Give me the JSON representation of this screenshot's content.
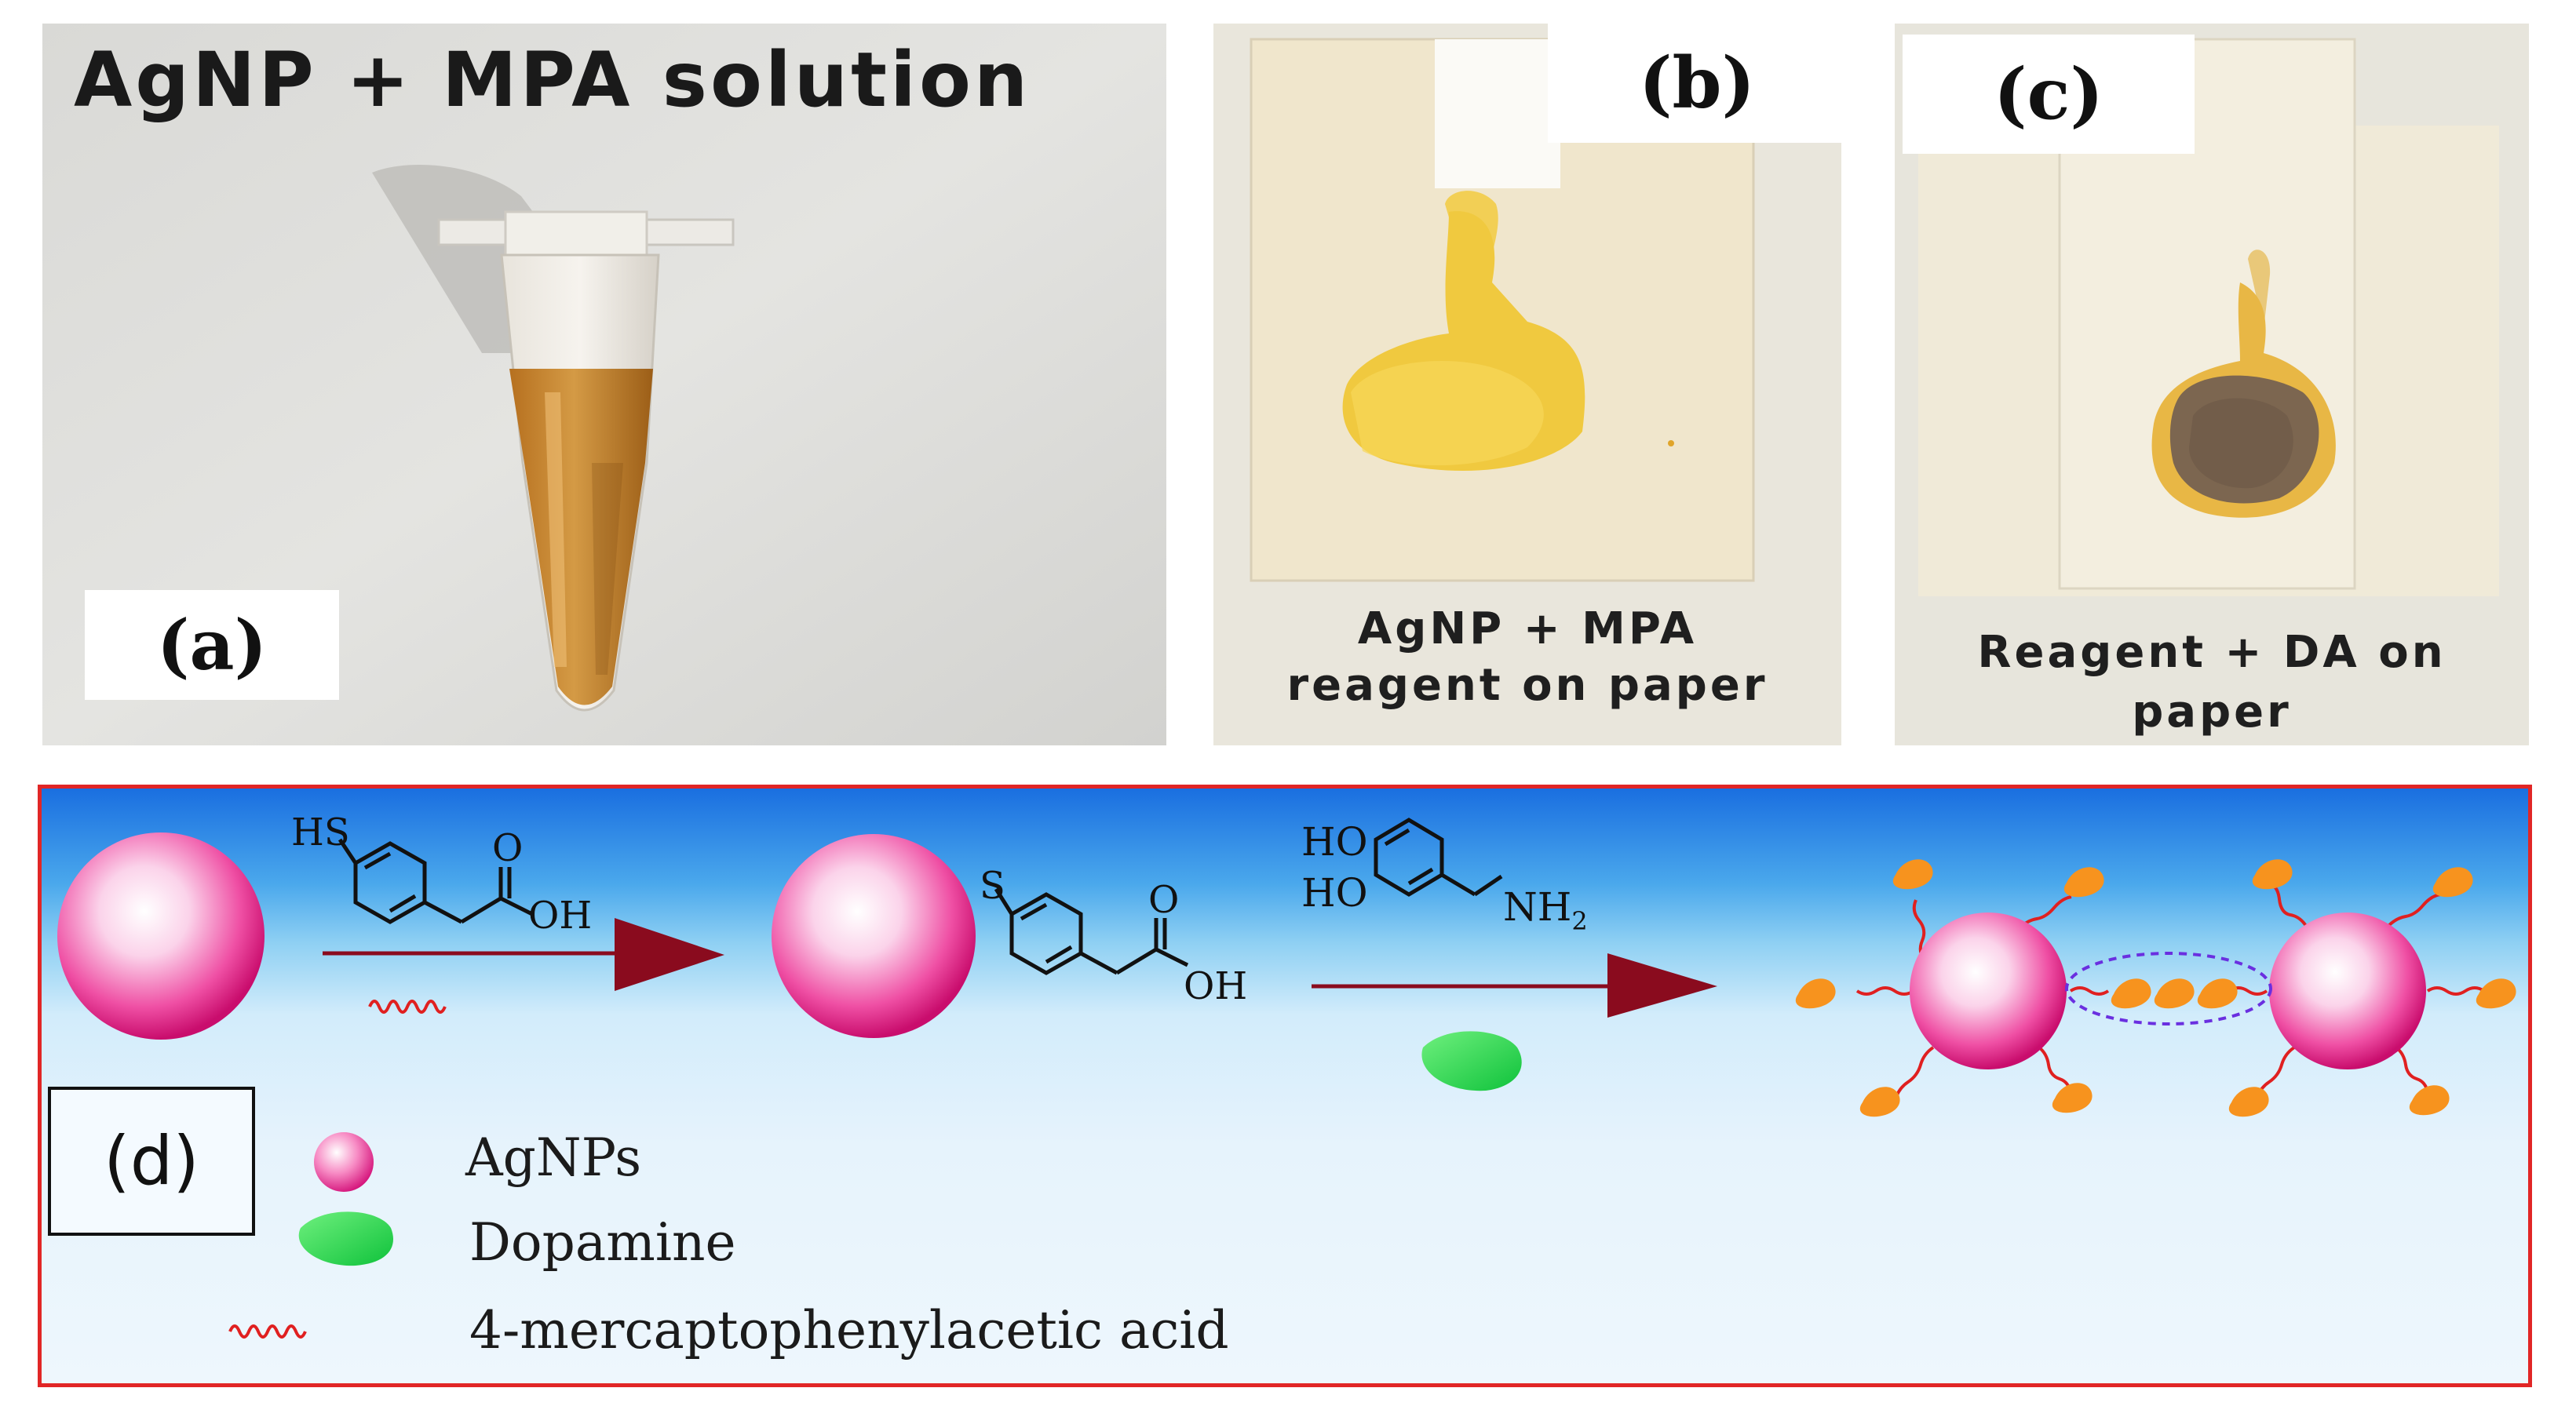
{
  "panel_a": {
    "title": "AgNP + MPA solution",
    "label": "(a)"
  },
  "panel_b": {
    "label": "(b)",
    "caption_line1": "AgNP + MPA",
    "caption_line2": "reagent on paper"
  },
  "panel_c": {
    "label": "(c)",
    "caption_line1": "Reagent + DA on",
    "caption_line2": "paper"
  },
  "panel_d": {
    "label": "(d)",
    "reagent1": {
      "thiol": "HS",
      "carbonyl_o": "O",
      "hydroxyl": "OH"
    },
    "product1": {
      "sulfur": "S",
      "carbonyl_o": "O",
      "hydroxyl": "OH"
    },
    "dopamine_struct": {
      "hydroxyl_top": "HO",
      "hydroxyl_bottom": "HO",
      "amine": "NH",
      "amine_subscript": "2"
    },
    "legend": {
      "agnps": "AgNPs",
      "dopamine": "Dopamine",
      "mpa": "4-mercaptophenylacetic acid"
    },
    "colors": {
      "nanoparticle": "#e0197f",
      "dopamine": "#19d04a",
      "mpa_linker": "#e02020",
      "arrow": "#8a0b1e",
      "bound_dopamine": "#f7931e",
      "frame": "#e12626"
    }
  }
}
